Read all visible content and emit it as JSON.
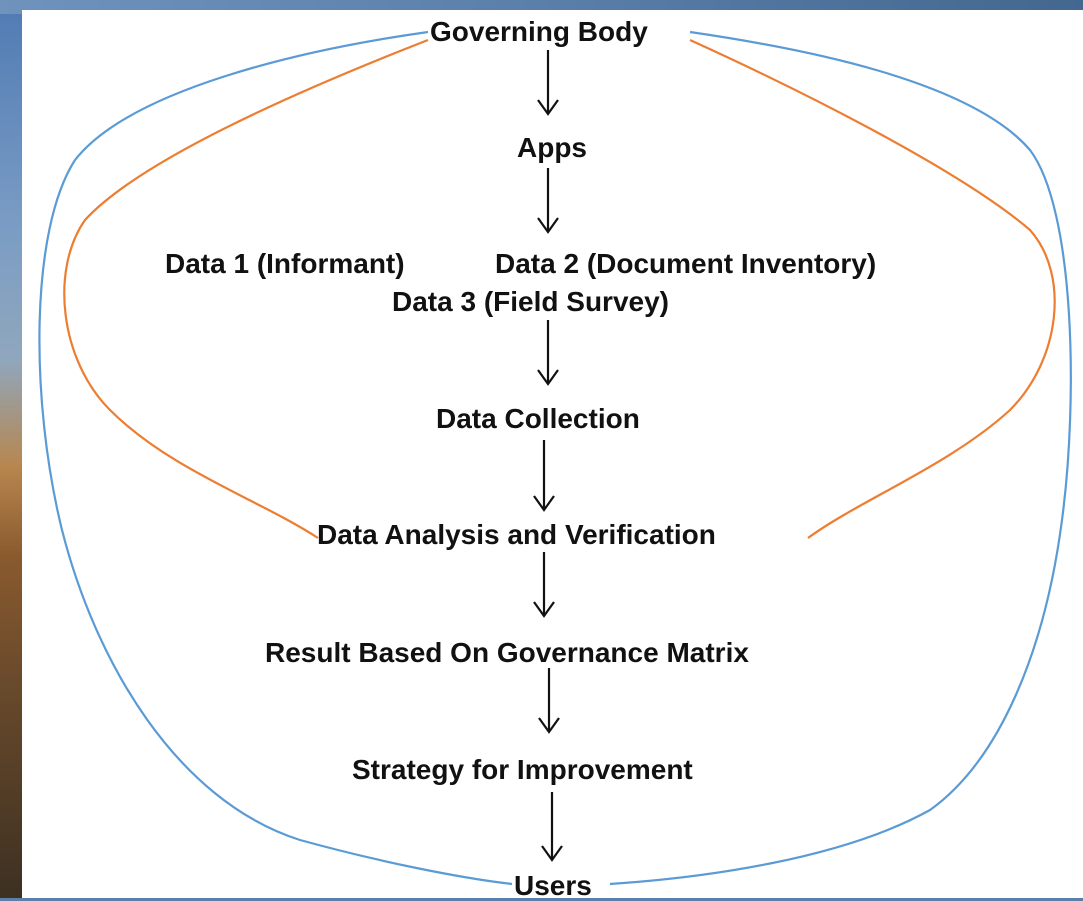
{
  "diagram": {
    "nodes": {
      "governing_body": "Governing Body",
      "apps": "Apps",
      "data1": "Data 1 (Informant)",
      "data2": "Data 2 (Document Inventory)",
      "data3": "Data 3 (Field Survey)",
      "data_collection": "Data Collection",
      "data_analysis": "Data Analysis and Verification",
      "result": "Result Based On Governance Matrix",
      "strategy": "Strategy for Improvement",
      "users": "Users"
    },
    "colors": {
      "outer_loop": "#5b9bd5",
      "inner_loop": "#ed7d31",
      "arrow": "#111111"
    }
  }
}
